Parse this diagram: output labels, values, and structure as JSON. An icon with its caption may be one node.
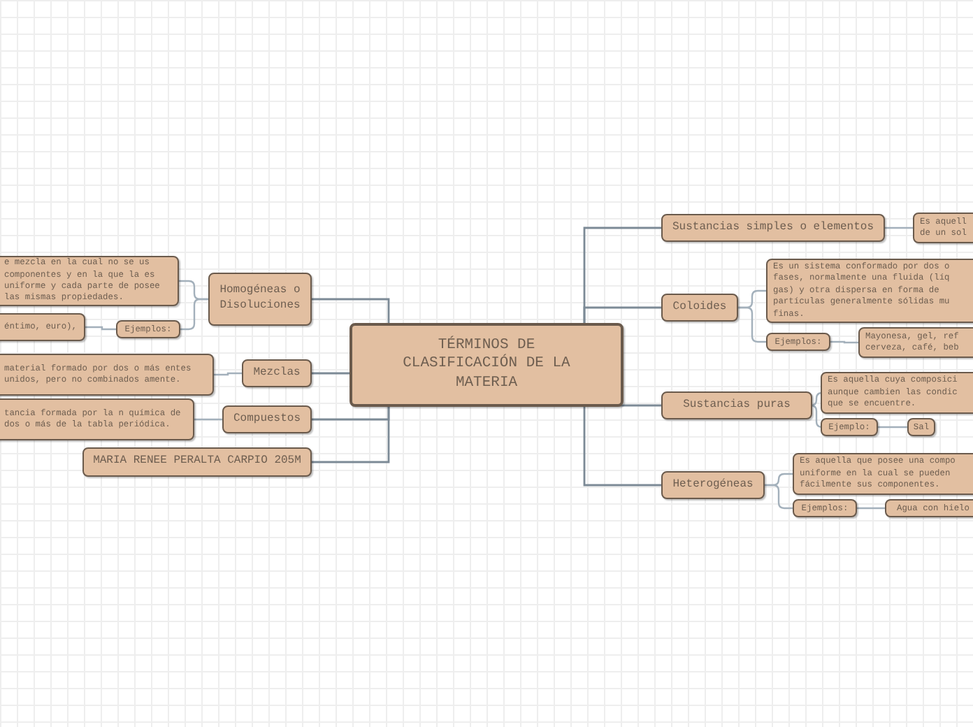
{
  "diagram": {
    "nodes": [
      {
        "text": [
          "TÉRMINOS DE CLASIFICACIÓN DE LA MATERIA"
        ]
      },
      {
        "text": [
          "Homogéneas o Disoluciones"
        ]
      },
      {
        "text": [
          "e mezcla en la cual no se us componentes y en la que la es uniforme y cada parte de posee las mismas propiedades."
        ]
      },
      {
        "text": [
          "Ejemplos:"
        ]
      },
      {
        "text": [
          "éntimo, euro),"
        ]
      },
      {
        "text": [
          "Mezclas"
        ]
      },
      {
        "text": [
          "material formado por dos o más entes unidos, pero no combinados amente."
        ]
      },
      {
        "text": [
          "Compuestos"
        ]
      },
      {
        "text": [
          "tancia formada por la n química de dos o más de la tabla periódica."
        ]
      },
      {
        "text": [
          "MARIA RENEE PERALTA CARPIO 205M"
        ]
      },
      {
        "text": [
          "Sustancias simples o elementos"
        ]
      },
      {
        "text": [
          "Es aquell de un sol"
        ]
      },
      {
        "text": [
          "Coloides"
        ]
      },
      {
        "text": [
          "Es un sistema conformado por dos o fases, normalmente una fluida (líq gas) y otra dispersa en forma de partículas generalmente sólidas mu finas."
        ]
      },
      {
        "text": [
          "Ejemplos:"
        ]
      },
      {
        "text": [
          "Mayonesa, gel, ref cerveza, café, beb"
        ]
      },
      {
        "text": [
          "Sustancias puras"
        ]
      },
      {
        "text": [
          "Es aquella cuya composici aunque cambien las condic que se encuentre."
        ]
      },
      {
        "text": [
          "Ejemplo:"
        ]
      },
      {
        "text": [
          "Sal"
        ]
      },
      {
        "text": [
          "Heterogéneas"
        ]
      },
      {
        "text": [
          "Es aquella que posee una compo uniforme en la cual se pueden fácilmente sus componentes."
        ]
      },
      {
        "text": [
          "Ejemplos:"
        ]
      },
      {
        "text": [
          "Agua con hielo"
        ]
      }
    ],
    "edges": [
      {
        "from": 0,
        "to": 1,
        "arrow": "none"
      },
      {
        "from": 1,
        "to": 2,
        "arrow": "none"
      },
      {
        "from": 1,
        "to": 3,
        "arrow": "none"
      },
      {
        "from": 3,
        "to": 4,
        "arrow": "none"
      },
      {
        "from": 0,
        "to": 5,
        "arrow": "none"
      },
      {
        "from": 5,
        "to": 6,
        "arrow": "none"
      },
      {
        "from": 0,
        "to": 7,
        "arrow": "none"
      },
      {
        "from": 7,
        "to": 8,
        "arrow": "none"
      },
      {
        "from": 0,
        "to": 9,
        "arrow": "none"
      },
      {
        "from": 0,
        "to": 10,
        "arrow": "none"
      },
      {
        "from": 10,
        "to": 11,
        "arrow": "none"
      },
      {
        "from": 0,
        "to": 12,
        "arrow": "none"
      },
      {
        "from": 12,
        "to": 13,
        "arrow": "none"
      },
      {
        "from": 12,
        "to": 14,
        "arrow": "none"
      },
      {
        "from": 14,
        "to": 15,
        "arrow": "none"
      },
      {
        "from": 0,
        "to": 16,
        "arrow": "none"
      },
      {
        "from": 16,
        "to": 17,
        "arrow": "none"
      },
      {
        "from": 16,
        "to": 18,
        "arrow": "none"
      },
      {
        "from": 18,
        "to": 19,
        "arrow": "none"
      },
      {
        "from": 0,
        "to": 20,
        "arrow": "none"
      },
      {
        "from": 20,
        "to": 21,
        "arrow": "none"
      },
      {
        "from": 20,
        "to": 22,
        "arrow": "none"
      },
      {
        "from": 22,
        "to": 23,
        "arrow": "none"
      }
    ]
  }
}
